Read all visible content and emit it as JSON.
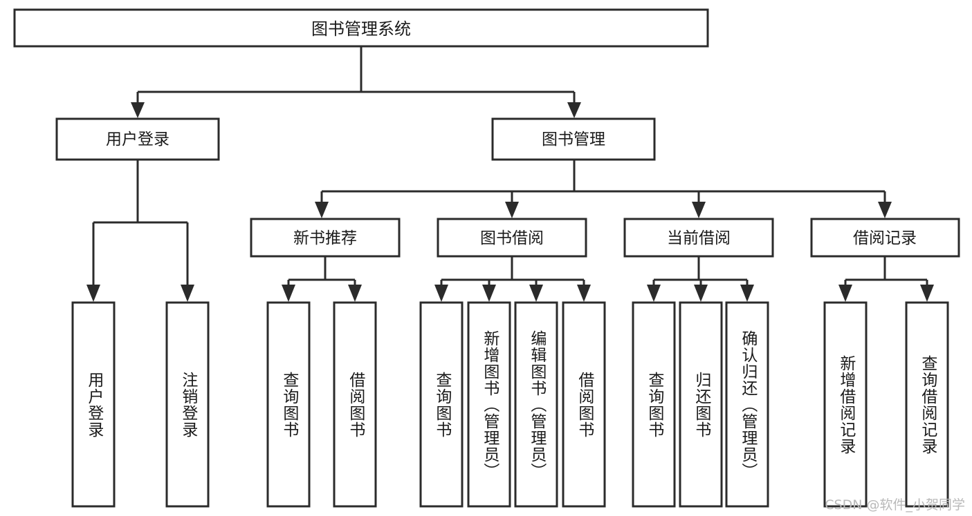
{
  "diagram": {
    "title_node": {
      "label": "图书管理系统"
    },
    "level2": [
      {
        "id": "user-login",
        "label": "用户登录"
      },
      {
        "id": "book-management",
        "label": "图书管理"
      }
    ],
    "level3": [
      {
        "id": "new-book-recommend",
        "label": "新书推荐"
      },
      {
        "id": "book-borrow",
        "label": "图书借阅"
      },
      {
        "id": "current-borrow",
        "label": "当前借阅"
      },
      {
        "id": "borrow-record",
        "label": "借阅记录"
      }
    ],
    "leaves": [
      {
        "id": "leaf-user-login",
        "label": "用户登录",
        "parent": "user-login"
      },
      {
        "id": "leaf-logout-login",
        "label": "注销登录",
        "parent": "user-login"
      },
      {
        "id": "leaf-query-book-1",
        "label": "查询图书",
        "parent": "new-book-recommend"
      },
      {
        "id": "leaf-borrow-book-1",
        "label": "借阅图书",
        "parent": "new-book-recommend"
      },
      {
        "id": "leaf-query-book-2",
        "label": "查询图书",
        "parent": "book-borrow"
      },
      {
        "id": "leaf-add-book",
        "label": "新增图书（管理员）",
        "parent": "book-borrow"
      },
      {
        "id": "leaf-edit-book",
        "label": "编辑图书（管理员）",
        "parent": "book-borrow"
      },
      {
        "id": "leaf-borrow-book-2",
        "label": "借阅图书",
        "parent": "book-borrow"
      },
      {
        "id": "leaf-query-book-3",
        "label": "查询图书",
        "parent": "current-borrow"
      },
      {
        "id": "leaf-return-book",
        "label": "归还图书",
        "parent": "current-borrow"
      },
      {
        "id": "leaf-confirm-return",
        "label": "确认归还（管理员）",
        "parent": "current-borrow"
      },
      {
        "id": "leaf-add-record",
        "label": "新增借阅记录",
        "parent": "borrow-record"
      },
      {
        "id": "leaf-query-record",
        "label": "查询借阅记录",
        "parent": "borrow-record"
      }
    ],
    "watermark": "CSDN @软件_小贺同学",
    "colors": {
      "stroke": "#2b2b2b",
      "box_fill": "#ffffff",
      "text": "#1a1a1a",
      "watermark": "#b9b9b9",
      "background": "#ffffff"
    }
  }
}
